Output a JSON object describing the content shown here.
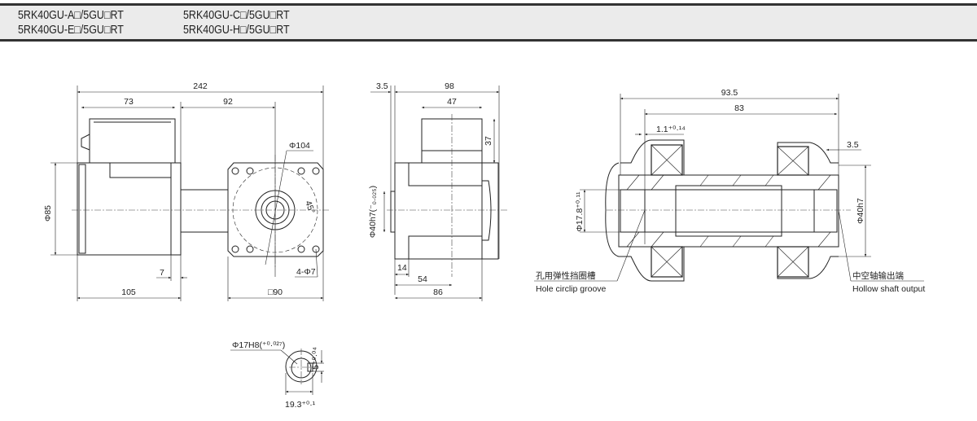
{
  "header": {
    "models": [
      "5RK40GU-A□/5GU□RT",
      "5RK40GU-C□/5GU□RT",
      "5RK40GU-E□/5GU□RT",
      "5RK40GU-H□/5GU□RT"
    ]
  },
  "front_view": {
    "overall": "242",
    "terminal": "73",
    "gear_center": "92",
    "phi_body": "Φ85",
    "phi_pcd": "Φ104",
    "angle": "45°",
    "holes": "4-Φ7",
    "flange": "7",
    "motor_len": "105",
    "square": "□90"
  },
  "side_view": {
    "left": "3.5",
    "width": "98",
    "terminal": "47",
    "height": "37",
    "phi_shaft": "Φ40h7(⁻₀.₀₂₅)",
    "boss": "14",
    "center": "54",
    "body": "86"
  },
  "section_view": {
    "overall": "93.5",
    "inner": "83",
    "groove": "1.1⁺⁰·¹⁴",
    "right": "3.5",
    "phi_bore": "Φ17.8⁺⁰·¹¹",
    "phi_outer": "Φ40h7",
    "label_groove_cn": "孔用弹性挡圈槽",
    "label_groove_en": "Hole circlip groove",
    "label_output_cn": "中空轴输出端",
    "label_output_en": "Hollow shaft output"
  },
  "key_detail": {
    "bore": "Φ17H8(⁺⁰·⁰²⁷)",
    "key_width": "5⁺⁰·⁰⁴",
    "key_depth": "19.3⁺⁰·¹"
  }
}
